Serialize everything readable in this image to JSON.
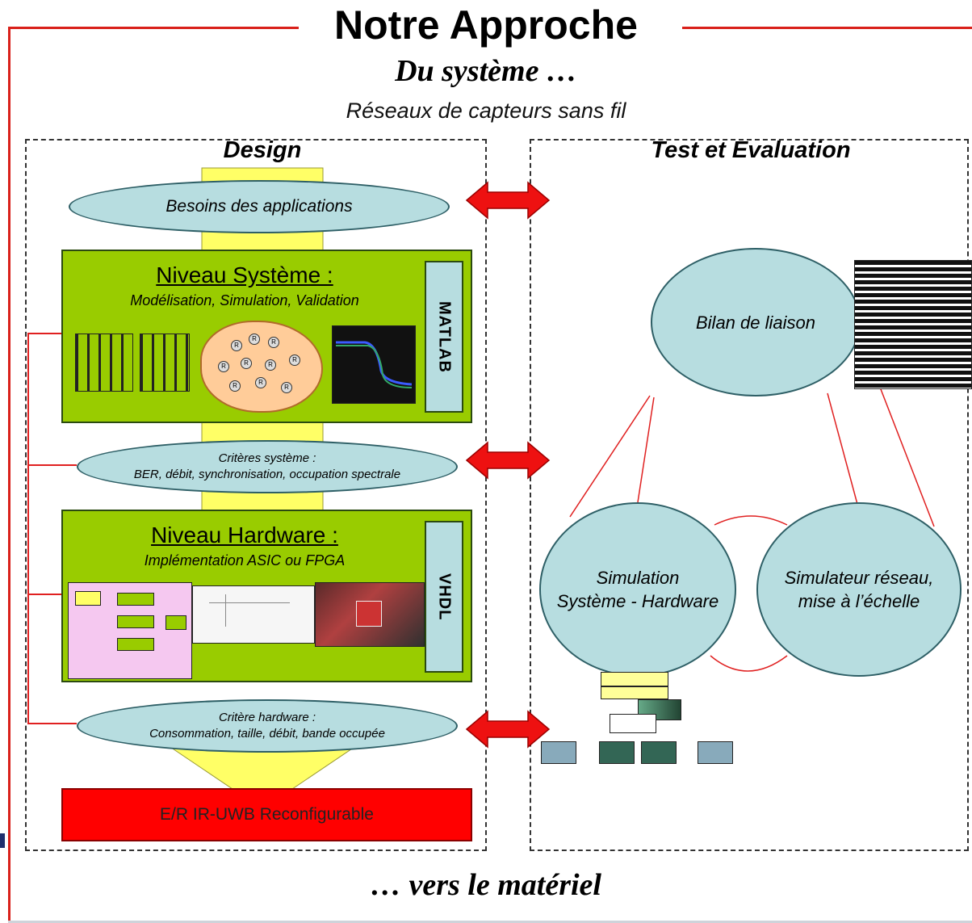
{
  "header": {
    "title": "Notre Approche",
    "subtitle_top": "Du système …",
    "context": "Réseaux de capteurs sans fil",
    "subtitle_bottom": "… vers le matériel"
  },
  "design": {
    "title": "Design",
    "needs": "Besoins des applications",
    "system_level": {
      "title": "Niveau Système :",
      "subtitle": "Modélisation, Simulation, Validation",
      "tool": "MATLAB",
      "node_labels": [
        "R",
        "R",
        "R",
        "R",
        "R",
        "R",
        "R",
        "R",
        "R",
        "R"
      ]
    },
    "system_criteria": {
      "title": "Critères système :",
      "detail": "BER, débit, synchronisation, occupation spectrale"
    },
    "hardware_level": {
      "title": "Niveau Hardware :",
      "subtitle": "Implémentation ASIC ou FPGA",
      "tool": "VHDL"
    },
    "hardware_criteria": {
      "title": "Critère hardware :",
      "detail": "Consommation, taille, débit, bande occupée"
    },
    "result": "E/R IR-UWB Reconfigurable"
  },
  "test": {
    "title": "Test et Evaluation",
    "link_budget": "Bilan de liaison",
    "sim_hw_line1": "Simulation",
    "sim_hw_line2": "Système - Hardware",
    "net_sim_line1": "Simulateur réseau,",
    "net_sim_line2": "mise à l’échelle"
  },
  "colors": {
    "frame_red": "#d9201a",
    "green": "#99cc00",
    "ellipse_fill": "#b7dde0",
    "arrow_yellow": "#ffff66",
    "result_red": "#ff0000"
  }
}
